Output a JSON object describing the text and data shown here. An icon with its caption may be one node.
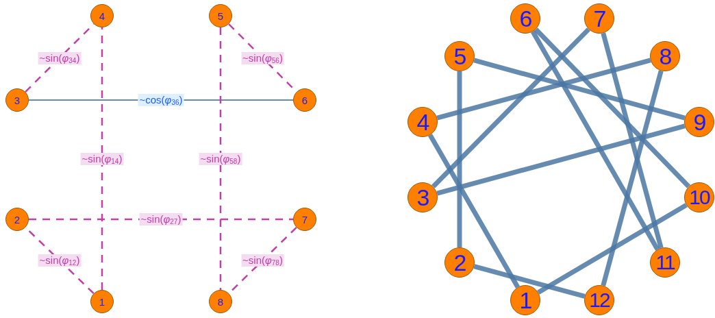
{
  "diagram": {
    "nodes": [
      {
        "text": [
          "1"
        ]
      },
      {
        "text": [
          "2"
        ]
      },
      {
        "text": [
          "3"
        ]
      },
      {
        "text": [
          "4"
        ]
      },
      {
        "text": [
          "5"
        ]
      },
      {
        "text": [
          "6"
        ]
      },
      {
        "text": [
          "7"
        ]
      },
      {
        "text": [
          "8"
        ]
      },
      {
        "text": [
          "1"
        ]
      },
      {
        "text": [
          "2"
        ]
      },
      {
        "text": [
          "3"
        ]
      },
      {
        "text": [
          "4"
        ]
      },
      {
        "text": [
          "5"
        ]
      },
      {
        "text": [
          "6"
        ]
      },
      {
        "text": [
          "7"
        ]
      },
      {
        "text": [
          "8"
        ]
      },
      {
        "text": [
          "9"
        ]
      },
      {
        "text": [
          "10"
        ]
      },
      {
        "text": [
          "11"
        ]
      },
      {
        "text": [
          "12"
        ]
      }
    ],
    "edges": [
      {
        "from": 2,
        "to": 3,
        "arrow": "none",
        "style": "dashed",
        "color": "#c040a8",
        "label": "~sin(*φ*$_{34}$)"
      },
      {
        "from": 4,
        "to": 5,
        "arrow": "none",
        "style": "dashed",
        "color": "#c040a8",
        "label": "~sin(*φ*$_{56}$)"
      },
      {
        "from": 2,
        "to": 5,
        "arrow": "none",
        "label": "~cos(*φ*$_{36}$)"
      },
      {
        "from": 0,
        "to": 3,
        "arrow": "none",
        "style": "dashed",
        "color": "#c040a8",
        "label": "~sin(*φ*$_{14}$)"
      },
      {
        "from": 4,
        "to": 7,
        "arrow": "none",
        "style": "dashed",
        "color": "#c040a8",
        "label": "~sin(*φ*$_{58}$)"
      },
      {
        "from": 1,
        "to": 6,
        "arrow": "none",
        "style": "dashed",
        "color": "#c040a8",
        "label": "~sin(*φ*$_{27}$)"
      },
      {
        "from": 0,
        "to": 1,
        "arrow": "none",
        "style": "dashed",
        "color": "#c040a8",
        "label": "~sin(*φ*$_{12}$)"
      },
      {
        "from": 6,
        "to": 7,
        "arrow": "none",
        "style": "dashed",
        "color": "#c040a8",
        "label": "~sin(*φ*$_{78}$)"
      },
      {
        "from": 8,
        "to": 11,
        "arrow": "none"
      },
      {
        "from": 8,
        "to": 17,
        "arrow": "none"
      },
      {
        "from": 9,
        "to": 12,
        "arrow": "none"
      },
      {
        "from": 9,
        "to": 19,
        "arrow": "none"
      },
      {
        "from": 10,
        "to": 14,
        "arrow": "none"
      },
      {
        "from": 10,
        "to": 16,
        "arrow": "none"
      },
      {
        "from": 11,
        "to": 15,
        "arrow": "none"
      },
      {
        "from": 12,
        "to": 16,
        "arrow": "none"
      },
      {
        "from": 13,
        "to": 17,
        "arrow": "none"
      },
      {
        "from": 13,
        "to": 18,
        "arrow": "none"
      },
      {
        "from": 14,
        "to": 18,
        "arrow": "none"
      },
      {
        "from": 15,
        "to": 19,
        "arrow": "none"
      }
    ]
  }
}
